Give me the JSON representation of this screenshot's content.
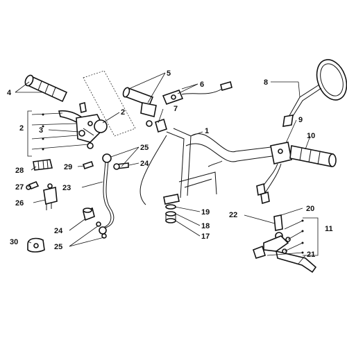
{
  "labels": {
    "l1": "1",
    "l2a": "2",
    "l2b": "2",
    "l3": "3",
    "l4": "4",
    "l5": "5",
    "l6": "6",
    "l7": "7",
    "l8": "8",
    "l9": "9",
    "l10": "10",
    "l11": "11",
    "l17": "17",
    "l18": "18",
    "l19": "19",
    "l20": "20",
    "l21": "21",
    "l22": "22",
    "l23": "23",
    "l24a": "24",
    "l24b": "24",
    "l25a": "25",
    "l25b": "25",
    "l26": "26",
    "l27": "27",
    "l28": "28",
    "l29": "29",
    "l30": "30"
  }
}
